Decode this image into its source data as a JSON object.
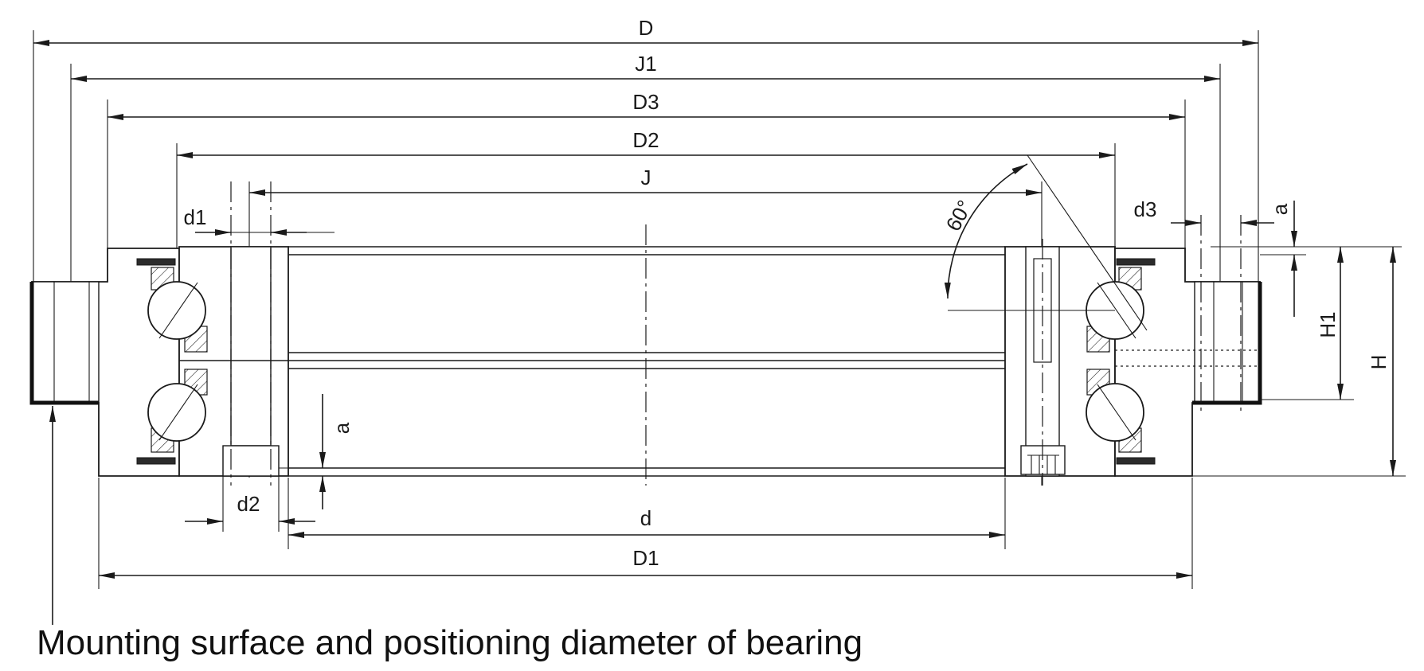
{
  "drawing": {
    "dimension_labels": {
      "D": "D",
      "J1": "J1",
      "D3": "D3",
      "D2": "D2",
      "J": "J",
      "d1": "d1",
      "d3": "d3",
      "a_top": "a",
      "a_bottom": "a",
      "H1": "H1",
      "H": "H",
      "d2": "d2",
      "d": "d",
      "D1": "D1",
      "angle": "60°"
    },
    "caption": "Mounting surface and positioning diameter of bearing",
    "colors": {
      "line": "#1a1a1a",
      "background": "#ffffff",
      "seal": "#2b2b2b"
    }
  }
}
